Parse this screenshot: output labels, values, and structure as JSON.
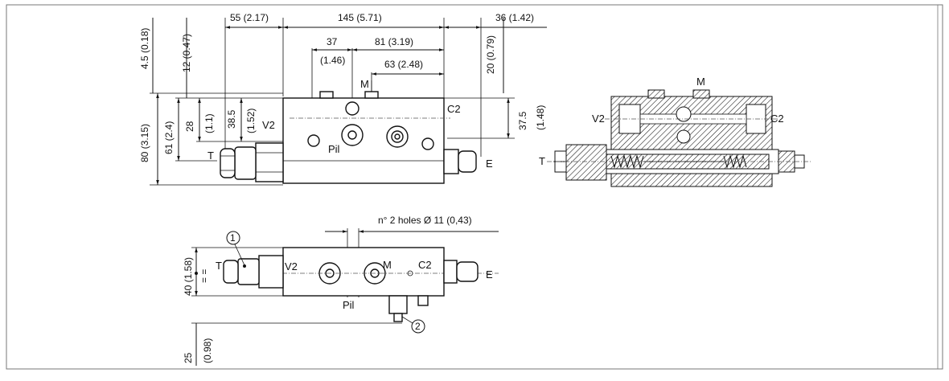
{
  "top_view": {
    "dims": {
      "d55": "55 (2.17)",
      "d145": "145 (5.71)",
      "d36": "36 (1.42)",
      "d37": "37",
      "d146": "(1.46)",
      "d81": "81 (3.19)",
      "d63": "63 (2.48)",
      "d45": "4.5 (0.18)",
      "d12": "12 (0.47)",
      "d20": "20 (0.79)",
      "d80": "80 (3.15)",
      "d61": "61 (2.4)",
      "d28": "28",
      "d11": "(1.1)",
      "d385": "38.5",
      "d152": "(1.52)",
      "d375": "37.5",
      "d148": "(1.48)"
    },
    "ports": {
      "M": "M",
      "V2": "V2",
      "C2": "C2",
      "Pil": "Pil",
      "T": "T",
      "E": "E"
    }
  },
  "section_view": {
    "ports": {
      "M": "M",
      "V2": "V2",
      "C2": "C2",
      "T": "T"
    }
  },
  "bottom_view": {
    "note": "n° 2 holes Ø 11 (0,43)",
    "dims": {
      "d40": "40 (1.58)",
      "d25": "25",
      "d098": "(0.98)"
    },
    "ports": {
      "T": "T",
      "V2": "V2",
      "M": "M",
      "C2": "C2",
      "E": "E",
      "Pil": "Pil"
    },
    "callouts": {
      "one": "1",
      "two": "2"
    }
  }
}
